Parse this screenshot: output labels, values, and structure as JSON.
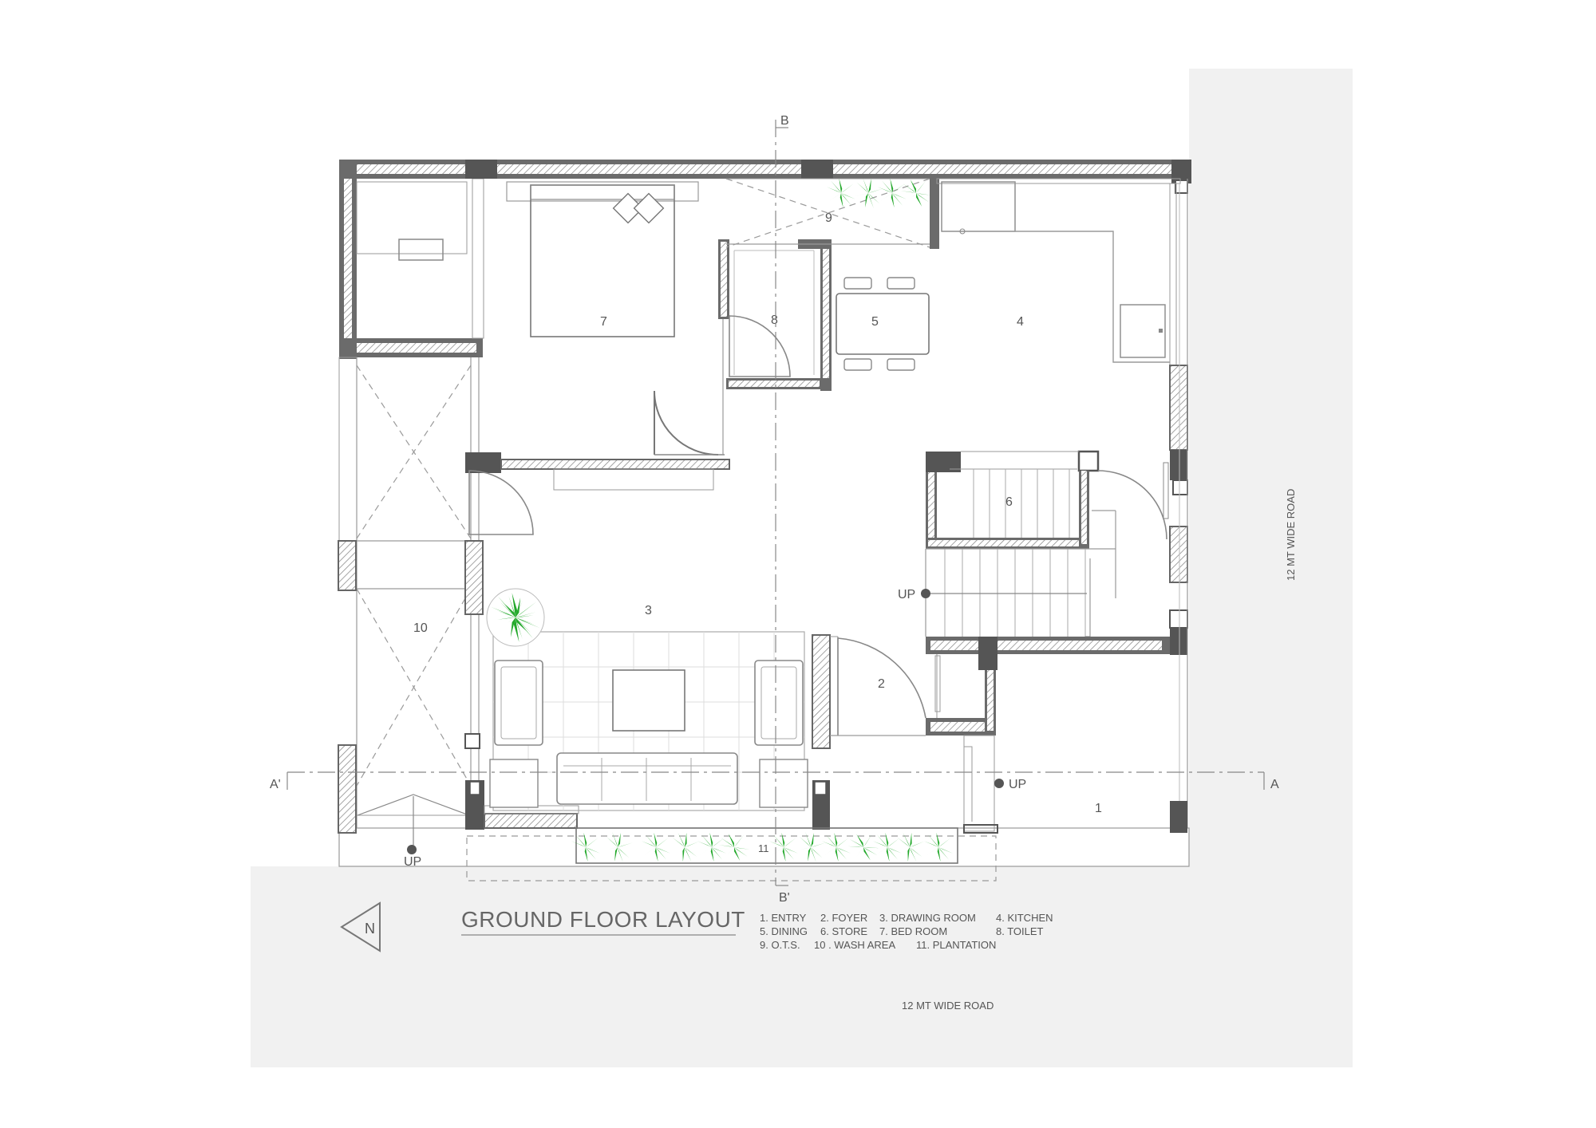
{
  "title": "GROUND FLOOR LAYOUT",
  "north_label": "N",
  "legend": [
    [
      "1. ENTRY",
      "2. FOYER",
      "3. DRAWING ROOM",
      "4. KITCHEN"
    ],
    [
      "5. DINING",
      "6. STORE",
      "7. BED ROOM",
      "8. TOILET"
    ],
    [
      "9. O.T.S.",
      "10 . WASH AREA",
      "11. PLANTATION"
    ]
  ],
  "roads": {
    "bottom": "12 MT WIDE ROAD",
    "right": "12 MT WIDE ROAD"
  },
  "section_marks": {
    "a_left": "A'",
    "a_right": "A",
    "b_top": "B",
    "b_bottom": "B'"
  },
  "stair_labels": {
    "up_stair": "UP",
    "up_entry": "UP",
    "up_wash": "UP"
  },
  "rooms": {
    "r1": "1",
    "r2": "2",
    "r3": "3",
    "r4": "4",
    "r5": "5",
    "r6": "6",
    "r7": "7",
    "r8": "8",
    "r9": "9",
    "r10": "10",
    "r11": "11"
  },
  "colors": {
    "wall": "#6b6b6b",
    "column": "#555555",
    "road": "#f1f1f1",
    "plant": "#22a82a",
    "text": "#555555"
  }
}
